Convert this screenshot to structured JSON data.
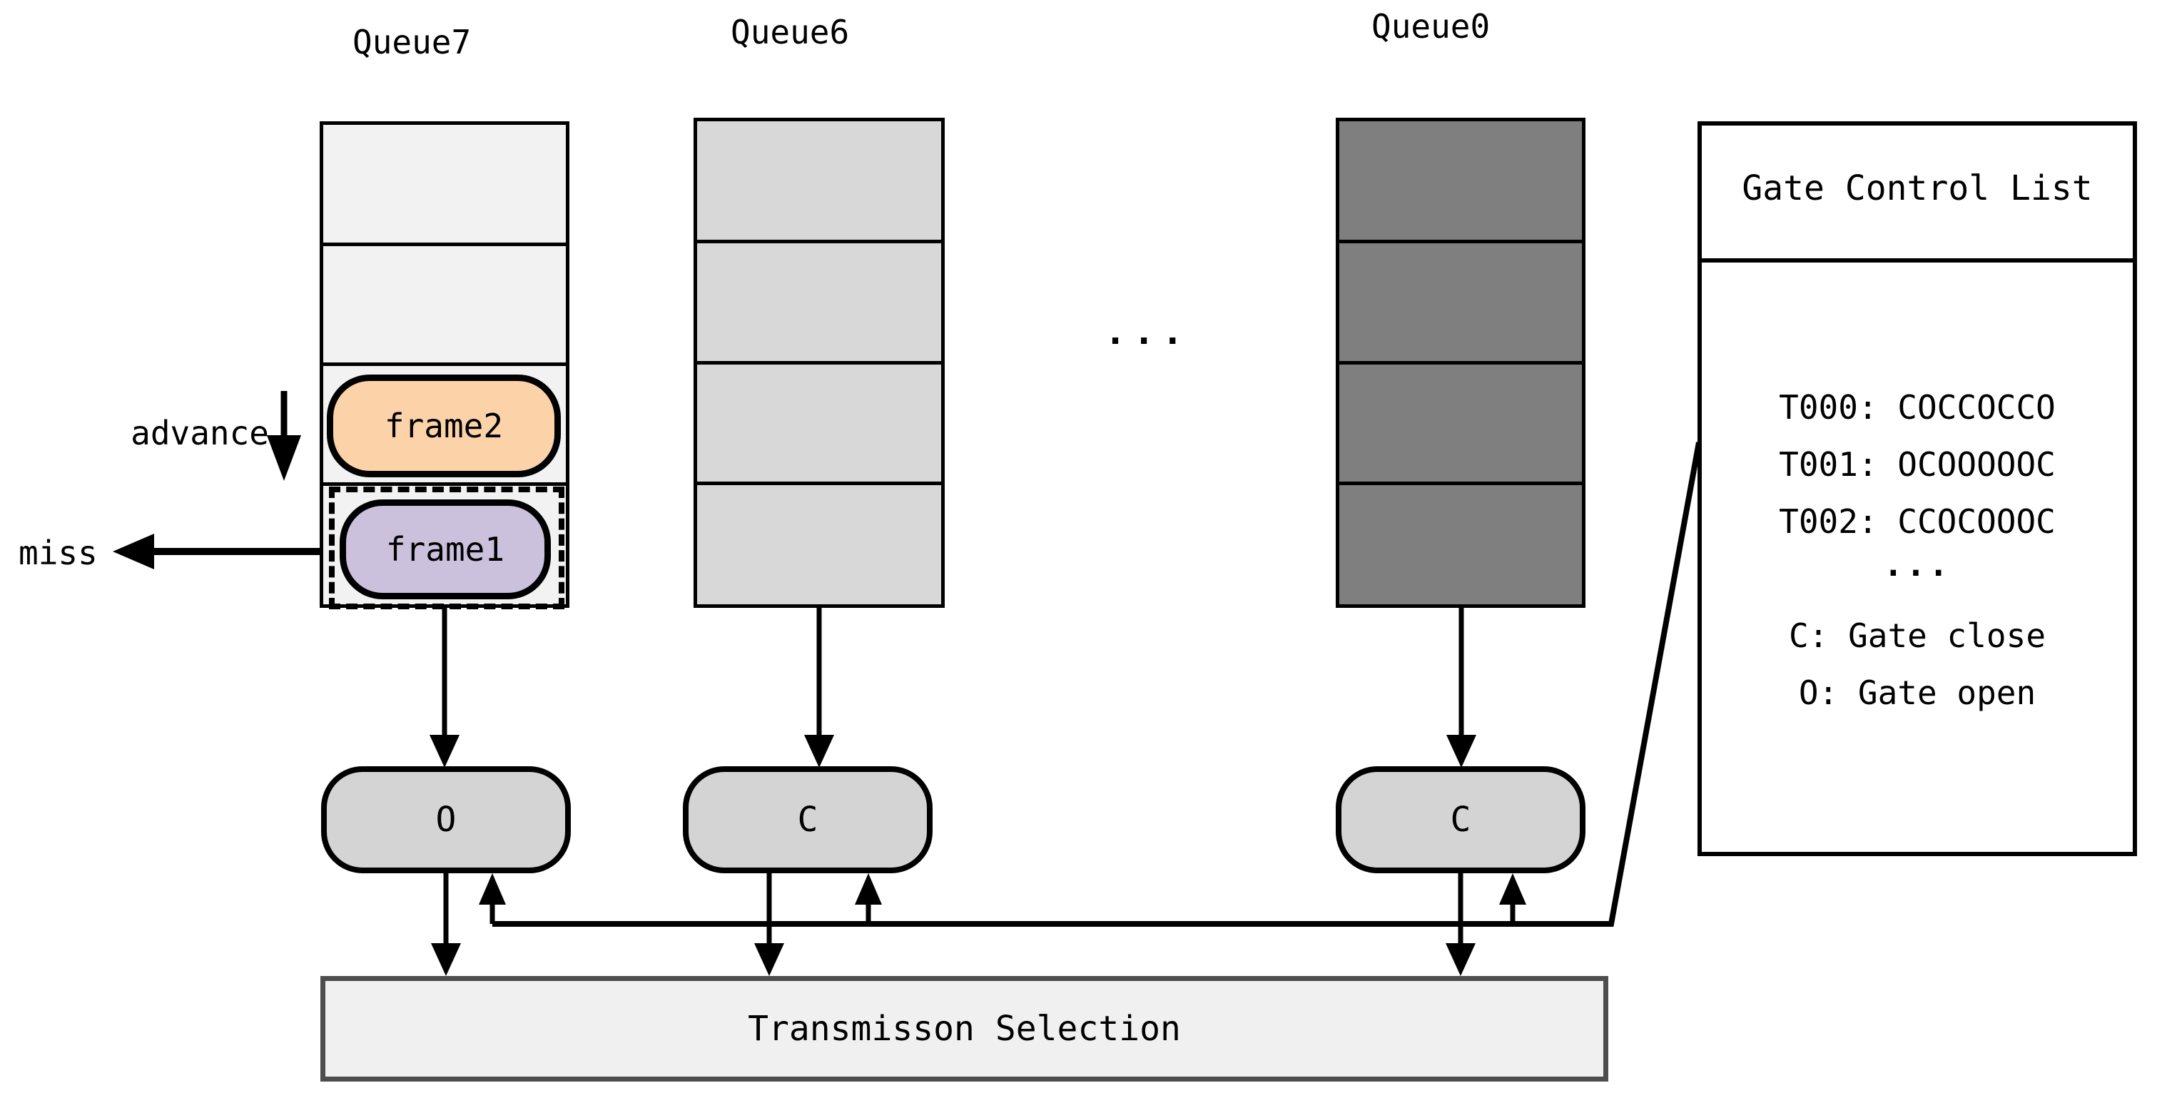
{
  "diagram": {
    "queues": [
      {
        "label": "Queue7",
        "cells": 4,
        "fill": "#f2f2f2"
      },
      {
        "label": "Queue6",
        "cells": 4,
        "fill": "#d8d8d8"
      },
      {
        "label": "Queue0",
        "cells": 4,
        "fill": "#7f7f7f"
      }
    ],
    "mid_ellipsis": "...",
    "frames": [
      {
        "label": "frame2",
        "fill": "#fcd3a9"
      },
      {
        "label": "frame1",
        "fill": "#cbc1dd",
        "highlighted": "dashed"
      }
    ],
    "annotations": {
      "advance": "advance",
      "miss": "miss"
    },
    "gates": [
      {
        "queue": "Queue7",
        "state": "O"
      },
      {
        "queue": "Queue6",
        "state": "C"
      },
      {
        "queue": "Queue0",
        "state": "C"
      }
    ],
    "transmission_selection": {
      "label": "Transmisson Selection"
    },
    "gate_control_list": {
      "title": "Gate Control List",
      "entries": [
        "T000: COCCOCCO",
        "T001: OCOOOOOC",
        "T002: CCOCOOOC"
      ],
      "ellipsis": "...",
      "legend": [
        "C: Gate close",
        "O: Gate open"
      ]
    },
    "colors": {
      "line": "#000000",
      "queue7_fill": "#f2f2f2",
      "queue6_fill": "#d8d8d8",
      "queue0_fill": "#7f7f7f",
      "frame2_fill": "#fcd3a9",
      "frame1_fill": "#cbc1dd",
      "gate_fill": "#d4d4d4",
      "ts_fill": "#f0f0f0",
      "ts_border": "#4d4d4d"
    }
  }
}
